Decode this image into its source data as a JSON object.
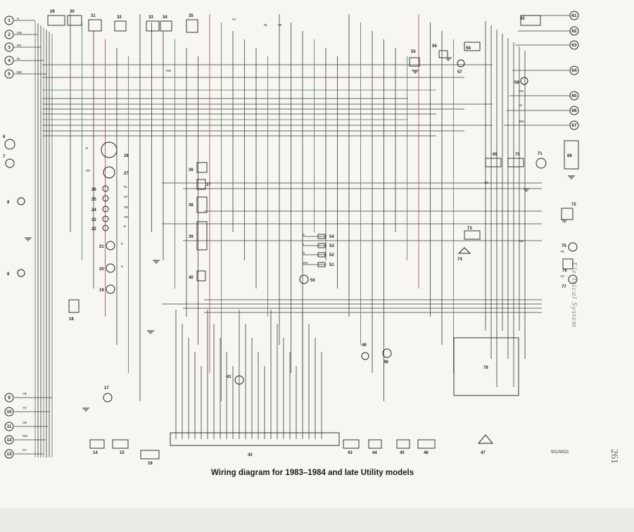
{
  "caption": "Wiring diagram for 1983–1984 and late Utility models",
  "side_title": "Electrical System",
  "page_number": "261",
  "reference": "501/WD3",
  "colors": {
    "wire": "#3a3a3a",
    "wire_green": "#4a7a4a",
    "wire_red": "#9a4a3a",
    "ink": "#222222",
    "paper": "#f7f6f2"
  },
  "left_numbers": [
    "1",
    "2",
    "3",
    "4",
    "5",
    "9",
    "10",
    "11",
    "12",
    "13"
  ],
  "right_numbers": [
    "61",
    "62",
    "63",
    "64",
    "65",
    "66",
    "67"
  ],
  "components": [
    {
      "n": "6"
    },
    {
      "n": "7"
    },
    {
      "n": "8"
    },
    {
      "n": "8"
    },
    {
      "n": "14"
    },
    {
      "n": "15"
    },
    {
      "n": "16"
    },
    {
      "n": "17"
    },
    {
      "n": "18"
    },
    {
      "n": "19"
    },
    {
      "n": "20"
    },
    {
      "n": "21"
    },
    {
      "n": "22"
    },
    {
      "n": "23"
    },
    {
      "n": "24"
    },
    {
      "n": "25"
    },
    {
      "n": "26"
    },
    {
      "n": "27"
    },
    {
      "n": "28"
    },
    {
      "n": "29"
    },
    {
      "n": "30"
    },
    {
      "n": "31"
    },
    {
      "n": "32"
    },
    {
      "n": "33"
    },
    {
      "n": "34"
    },
    {
      "n": "35"
    },
    {
      "n": "36"
    },
    {
      "n": "37"
    },
    {
      "n": "38"
    },
    {
      "n": "39"
    },
    {
      "n": "40"
    },
    {
      "n": "41"
    },
    {
      "n": "42"
    },
    {
      "n": "43"
    },
    {
      "n": "44"
    },
    {
      "n": "45"
    },
    {
      "n": "46"
    },
    {
      "n": "47"
    },
    {
      "n": "48"
    },
    {
      "n": "49"
    },
    {
      "n": "50"
    },
    {
      "n": "51"
    },
    {
      "n": "52"
    },
    {
      "n": "53"
    },
    {
      "n": "54"
    },
    {
      "n": "55"
    },
    {
      "n": "56"
    },
    {
      "n": "57"
    },
    {
      "n": "58"
    },
    {
      "n": "59"
    },
    {
      "n": "60"
    },
    {
      "n": "68"
    },
    {
      "n": "69"
    },
    {
      "n": "70"
    },
    {
      "n": "71"
    },
    {
      "n": "72"
    },
    {
      "n": "73"
    },
    {
      "n": "74"
    },
    {
      "n": "75"
    },
    {
      "n": "76"
    },
    {
      "n": "77"
    },
    {
      "n": "78"
    }
  ],
  "wire_codes": [
    "G",
    "GW",
    "RG",
    "W",
    "BW",
    "YB",
    "YG",
    "LW",
    "RW",
    "GY",
    "RL",
    "LB",
    "GB",
    "GR",
    "B",
    "R",
    "N",
    "S",
    "L"
  ]
}
